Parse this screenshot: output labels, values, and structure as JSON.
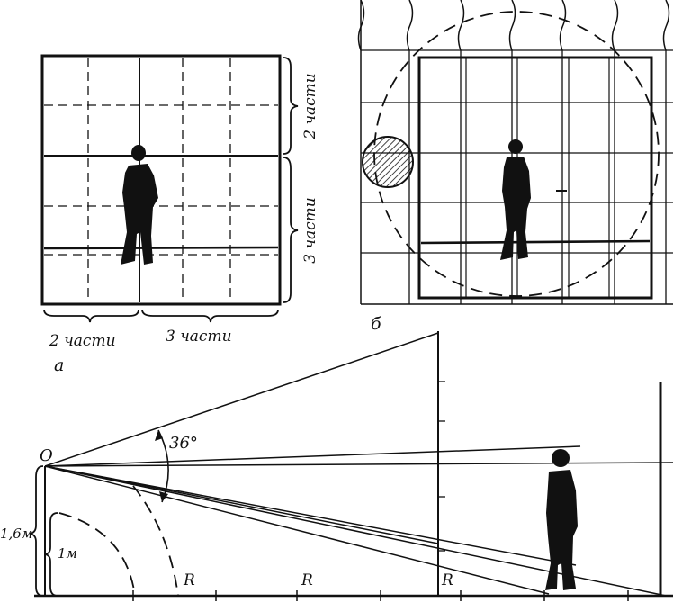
{
  "colors": {
    "ink": "#111111",
    "paper": "#ffffff"
  },
  "panel_a": {
    "letter": "а",
    "brace_right_top": "2 части",
    "brace_right_bottom": "3 части",
    "brace_bottom_left": "2 части",
    "brace_bottom_right": "3 части"
  },
  "panel_b": {
    "letter": "б"
  },
  "panel_c": {
    "origin_label": "O",
    "angle_label": "36°",
    "height_label": "1,6м",
    "small_label": "1м",
    "radius_labels": [
      "R",
      "R",
      "R"
    ]
  }
}
